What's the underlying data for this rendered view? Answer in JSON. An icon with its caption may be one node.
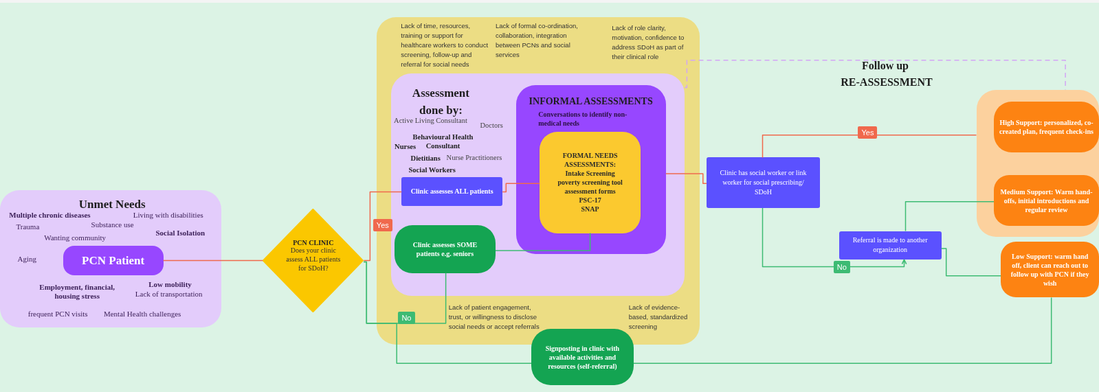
{
  "diagram": {
    "nodes": [
      {
        "text": [
          "Unmet Needs",
          "Multiple chronic diseases",
          "Living with disabilities",
          "Trauma",
          "Substance use",
          "Social Isolation",
          "Wanting community",
          "Aging",
          "Employment, financial, housing stress",
          "Low mobility",
          "Lack of transportation",
          "frequent PCN visits",
          "Mental Health challenges"
        ]
      },
      {
        "text": [
          "PCN Patient"
        ],
        "in": 0
      },
      {
        "text": [
          "PCN CLINIC",
          "Does your clinic assess ALL patients for SDoH?"
        ]
      },
      {
        "text": [
          "Lack of time, resources, training or support for healthcare workers to conduct screening, follow-up and referral for social needs",
          "Lack of formal co-ordination, collaboration, integration between PCNs and social services",
          "Lack of role clarity, motivation, confidence to address SDoH as part of their clinical role",
          "Lack of patient engagement, trust, or willingness to disclose social needs or accept referrals",
          "Lack of evidence-based, standardized screening"
        ]
      },
      {
        "text": [
          "Assessment done by:",
          "Active Living Consultant",
          "Doctors",
          "Behavioural Health Consultant",
          "Nurses",
          "Dietitians",
          "Nurse Practitioners",
          "Social Workers"
        ],
        "in": 3
      },
      {
        "text": [
          "Clinic assesses ALL patients"
        ],
        "in": 4
      },
      {
        "text": [
          "Clinic assesses SOME patients e.g. seniors"
        ],
        "in": 4
      },
      {
        "text": [
          "INFORMAL ASSESSMENTS",
          "Conversations to identify non-medical needs"
        ],
        "in": 4
      },
      {
        "text": [
          "FORMAL NEEDS ASSESSMENTS:",
          "Intake Screening",
          "poverty screening tool",
          "assessment forms",
          "PSC-17",
          "SNAP"
        ],
        "in": 7
      },
      {
        "text": [
          "Signposting in clinic with available activities and resources (self-referral)"
        ]
      },
      {
        "text": [
          "Clinic has social worker or link worker for social prescribing/ SDoH"
        ]
      },
      {
        "text": [
          "Referral is made to another organization"
        ]
      },
      {
        "text": [],
        "shape": "box"
      },
      {
        "text": [
          "High Support: personalized, co-created plan, frequent check-ins"
        ],
        "in": 12
      },
      {
        "text": [
          "Medium Support: Warm hand-offs, initial introductions and regular review"
        ],
        "in": 12
      },
      {
        "text": [
          "Low Support: warm hand off, client can reach out to follow up with PCN if they wish"
        ]
      }
    ],
    "edges": [
      {
        "from": 1,
        "to": 2,
        "arrow": "none",
        "color": "#f0694d"
      },
      {
        "from": 2,
        "to": 5,
        "arrow": "none",
        "label": "Yes",
        "color": "#f0694d"
      },
      {
        "from": 5,
        "to": 8,
        "arrow": "none",
        "color": "#f0694d"
      },
      {
        "from": 2,
        "to": 6,
        "arrow": "none",
        "label": "No"
      },
      {
        "from": 2,
        "to": 9,
        "arrow": "none"
      },
      {
        "from": 6,
        "to": 8,
        "arrow": "none"
      },
      {
        "from": 7,
        "to": 10,
        "arrow": "none",
        "color": "#f0694d"
      },
      {
        "from": 10,
        "to": 12,
        "arrow": "none",
        "label": "Yes",
        "color": "#f0694d"
      },
      {
        "from": 10,
        "to": 11,
        "arrow": "to",
        "label": "No"
      },
      {
        "from": 11,
        "to": 14,
        "arrow": "none"
      },
      {
        "from": 11,
        "to": 15,
        "arrow": "none"
      },
      {
        "from": 9,
        "to": 15,
        "arrow": "none"
      },
      {
        "from": 4,
        "to": 12,
        "arrow": "none",
        "label": "Follow up RE-ASSESSMENT",
        "style": "dashed",
        "color": "#d3a5f5"
      }
    ]
  }
}
